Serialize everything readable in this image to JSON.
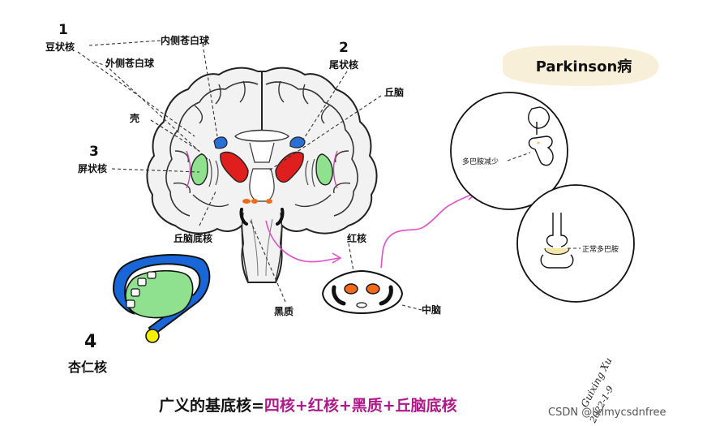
{
  "labels": {
    "n1": "1",
    "douzhuanghe": "豆状核",
    "neice": "内侧苍白球",
    "waice": "外侧苍白球",
    "ke": "壳",
    "n3": "3",
    "pingzhuanghe": "屏状核",
    "qiunaodihe": "丘脑底核",
    "n2": "2",
    "weizhuanghe": "尾状核",
    "qiunao": "丘脑",
    "honghe": "红核",
    "heizhi": "黑质",
    "zhongnao": "中脑",
    "n4": "4",
    "xingrenhe": "杏仁核"
  },
  "parkinson": {
    "title": "Parkinson病",
    "reduced": "多巴胺减少",
    "normal": "正常多巴胺"
  },
  "formula": {
    "prefix": "广义的基底核=",
    "highlight": "四核+红核+黑质+丘脑底核"
  },
  "signature": {
    "name": "Guixing Xu",
    "date": "2022-1-9"
  },
  "watermark": "CSDN @lxlmycsdnfree",
  "colors": {
    "caudate": "#2a6fd6",
    "red_structures": "#e01e1e",
    "claustrum_green": "#8fe08f",
    "amygdala_yellow": "#f5f000",
    "arrow_pink": "#e24fc7",
    "formula_highlight": "#b0198a",
    "tag_bg": "#f7efd8"
  }
}
